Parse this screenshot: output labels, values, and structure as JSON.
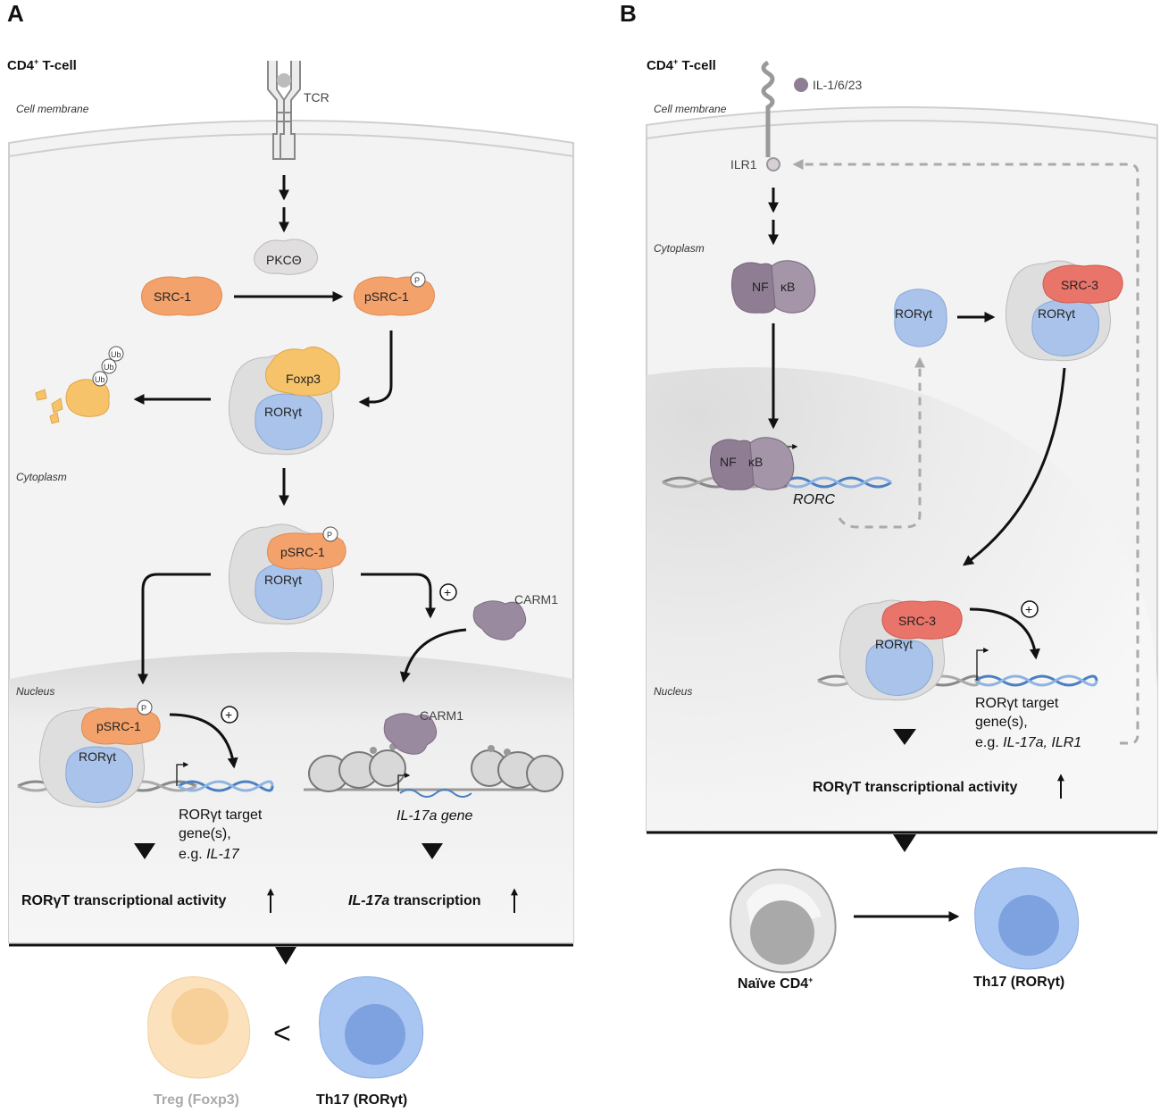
{
  "panel_a": {
    "letter": "A",
    "cell_title": "CD4",
    "cell_title_sup": "+",
    "cell_title_rest": " T-cell",
    "membrane": "Cell membrane",
    "receptor": "TCR",
    "pkc": "PKCΘ",
    "src1": "SRC-1",
    "psrc1": "pSRC-1",
    "phospho": "P",
    "ub": "Ub",
    "foxp3": "Foxp3",
    "roryt": "RORγt",
    "cytoplasm": "Cytoplasm",
    "carm1": "CARM1",
    "nucleus": "Nucleus",
    "plus": "+",
    "target_line1": "RORγt target",
    "target_line2": "gene(s),",
    "target_line3_pre": "e.g. ",
    "target_line3_gene": "IL-17",
    "il17a_gene": "IL-17a gene",
    "activity": "RORγT transcriptional activity",
    "transcription_gene": "IL-17a",
    "transcription_rest": " transcription",
    "treg": "Treg (Foxp3)",
    "th17": "Th17 (RORγt)",
    "less_than": "<"
  },
  "panel_b": {
    "letter": "B",
    "cell_title": "CD4",
    "cell_title_sup": "+",
    "cell_title_rest": " T-cell",
    "ligand": "IL-1/6/23",
    "membrane": "Cell membrane",
    "receptor": "ILR1",
    "cytoplasm": "Cytoplasm",
    "nf": "NF",
    "kb": "κB",
    "rorc": "RORC",
    "roryt": "RORγt",
    "src3": "SRC-3",
    "nucleus": "Nucleus",
    "plus": "+",
    "target_line1": "RORγt target",
    "target_line2": "gene(s),",
    "target_line3_pre": "e.g. ",
    "target_line3_genes": "IL-17a, ILR1",
    "activity": "RORγT transcriptional activity",
    "naive": "Naïve CD4",
    "naive_sup": "+",
    "th17": "Th17 (RORγt)"
  },
  "colors": {
    "src_orange": "#f4a26b",
    "src3_red": "#e8746a",
    "foxp3_yellow": "#f6c26a",
    "roryt_blue": "#a9c3ea",
    "complex_gray": "#dedede",
    "nfkb_purple": "#8f7d93",
    "carm1_purple": "#9a8aa0",
    "th17_blue": "#a9c6f2",
    "treg_peach": "#fbe2bd"
  }
}
